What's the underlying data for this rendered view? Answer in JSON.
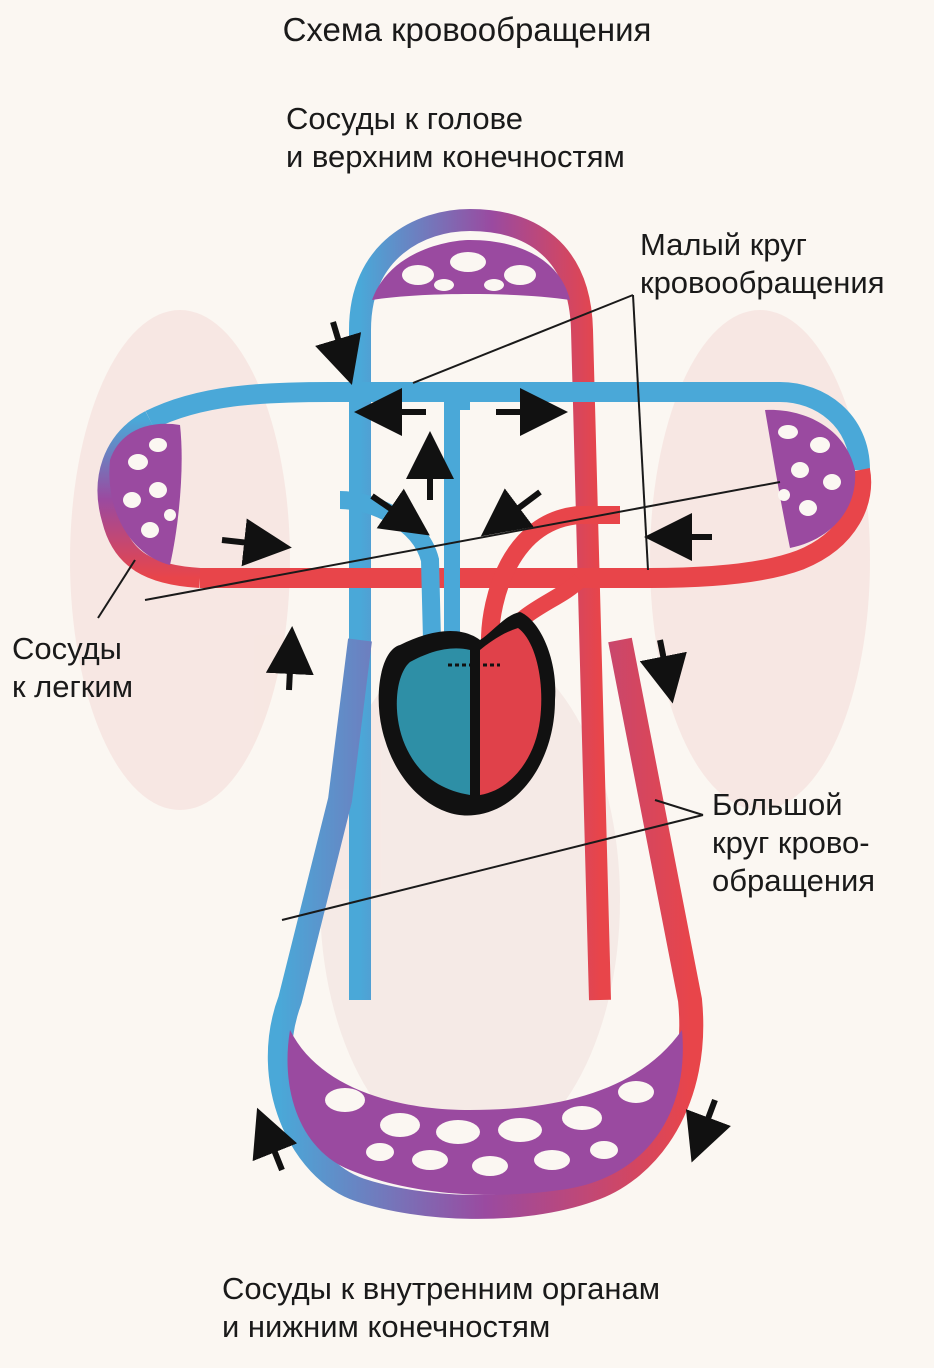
{
  "title": "Схема кровообращения",
  "labels": {
    "head": {
      "line1": "Сосуды к голове",
      "line2": "и верхним конечностям"
    },
    "small_circle": {
      "line1": "Малый круг",
      "line2": "кровообращения"
    },
    "lungs": {
      "line1": "Сосуды",
      "line2": "к легким"
    },
    "big_circle": {
      "line1": "Большой",
      "line2": "круг крово-",
      "line3": "обращения"
    },
    "organs": {
      "line1": "Сосуды к внутренним органам",
      "line2": "и нижним конечностям"
    }
  },
  "colors": {
    "venous": "#4aa8d8",
    "arterial": "#e8454a",
    "capillary": "#9a4aa0",
    "heart_outline": "#111111",
    "ink": "#1a1a1a",
    "background": "#fbf7f2"
  },
  "icons": {
    "arrow": "arrow-icon",
    "heart": "heart-icon"
  }
}
